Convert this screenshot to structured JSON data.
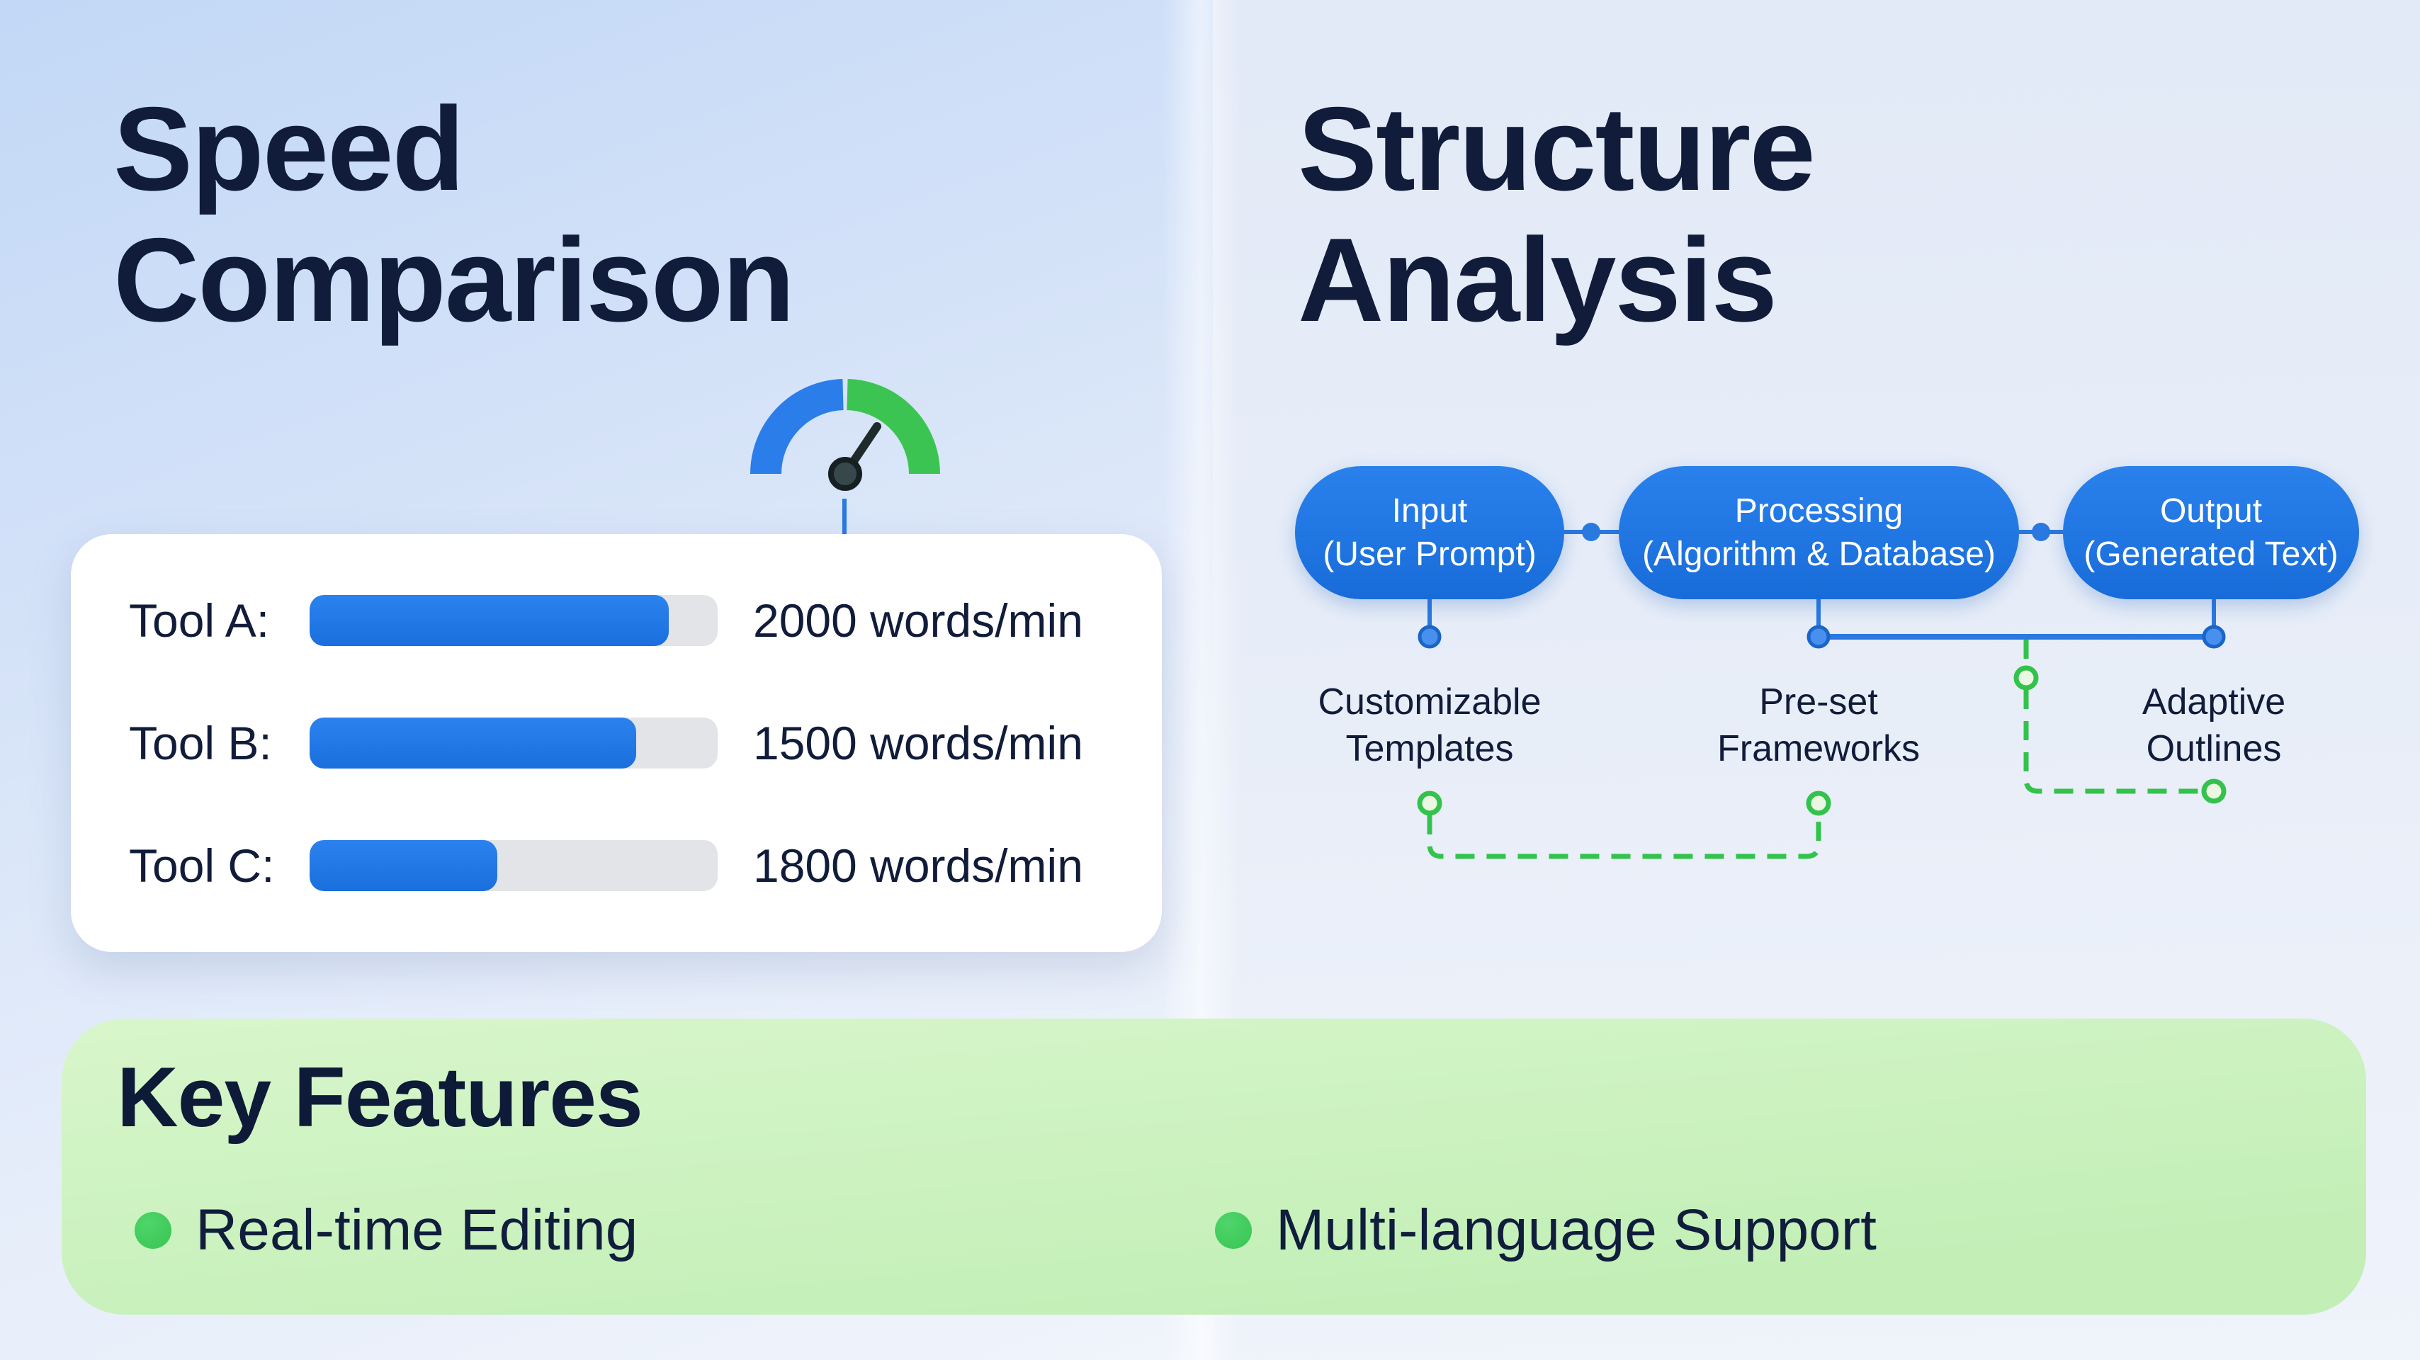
{
  "colors": {
    "navy": "#111c3a",
    "bar_blue": "#1f78e8",
    "pill_blue": "#1d72e2",
    "connector_blue": "#2a79e0",
    "connector_green": "#33c24c",
    "gauge_blue": "#2b7de9",
    "gauge_green": "#3cc453",
    "panel_green": "#cdf2c0",
    "bullet_green": "#38c553"
  },
  "speed": {
    "title_line1": "Speed",
    "title_line2": "Comparison",
    "tools": [
      {
        "label": "Tool A:",
        "value": "2000 words/min",
        "fill_pct": 88
      },
      {
        "label": "Tool B:",
        "value": "1500 words/min",
        "fill_pct": 80
      },
      {
        "label": "Tool C:",
        "value": "1800 words/min",
        "fill_pct": 46
      }
    ]
  },
  "structure": {
    "title_line1": "Structure",
    "title_line2": "Analysis",
    "nodes": [
      {
        "line1": "Input",
        "line2": "(User Prompt)",
        "feature_line1": "Customizable",
        "feature_line2": "Templates"
      },
      {
        "line1": "Processing",
        "line2": "(Algorithm & Database)",
        "feature_line1": "Pre-set",
        "feature_line2": "Frameworks"
      },
      {
        "line1": "Output",
        "line2": "(Generated Text)",
        "feature_line1": "Adaptive",
        "feature_line2": "Outlines"
      }
    ]
  },
  "key_features": {
    "title": "Key Features",
    "items": [
      "Real-time Editing",
      "Multi-language Support"
    ]
  },
  "chart_data": {
    "type": "bar",
    "title": "Speed Comparison",
    "categories": [
      "Tool A",
      "Tool B",
      "Tool C"
    ],
    "values": [
      2000,
      1500,
      1800
    ],
    "unit": "words/min",
    "bar_fill_pct": [
      88,
      80,
      46
    ],
    "xlabel": "",
    "ylabel": "words/min",
    "legend": "none",
    "grid": false
  }
}
